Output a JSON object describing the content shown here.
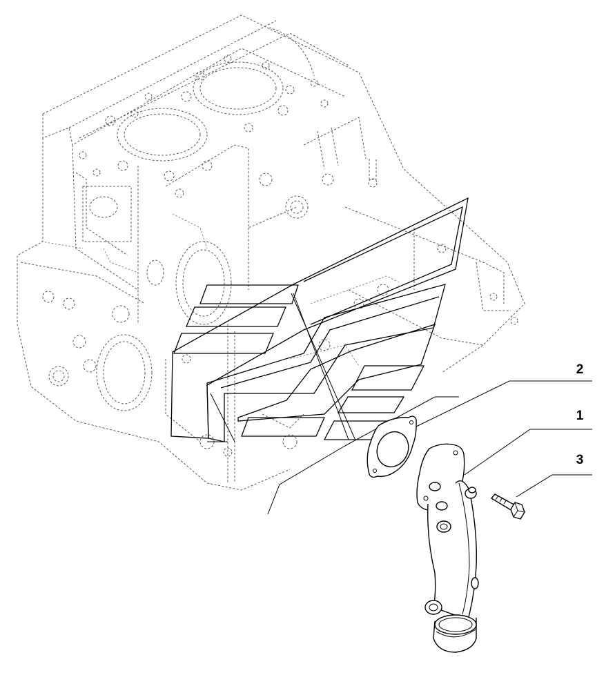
{
  "diagram": {
    "kind": "exploded parts view",
    "callouts": [
      {
        "number": "2",
        "part": "gasket"
      },
      {
        "number": "1",
        "part": "pipe-elbow"
      },
      {
        "number": "3",
        "part": "bolt"
      }
    ]
  },
  "colors": {
    "background": "#ffffff",
    "line": "#000000",
    "hidden_line": "#555555"
  }
}
